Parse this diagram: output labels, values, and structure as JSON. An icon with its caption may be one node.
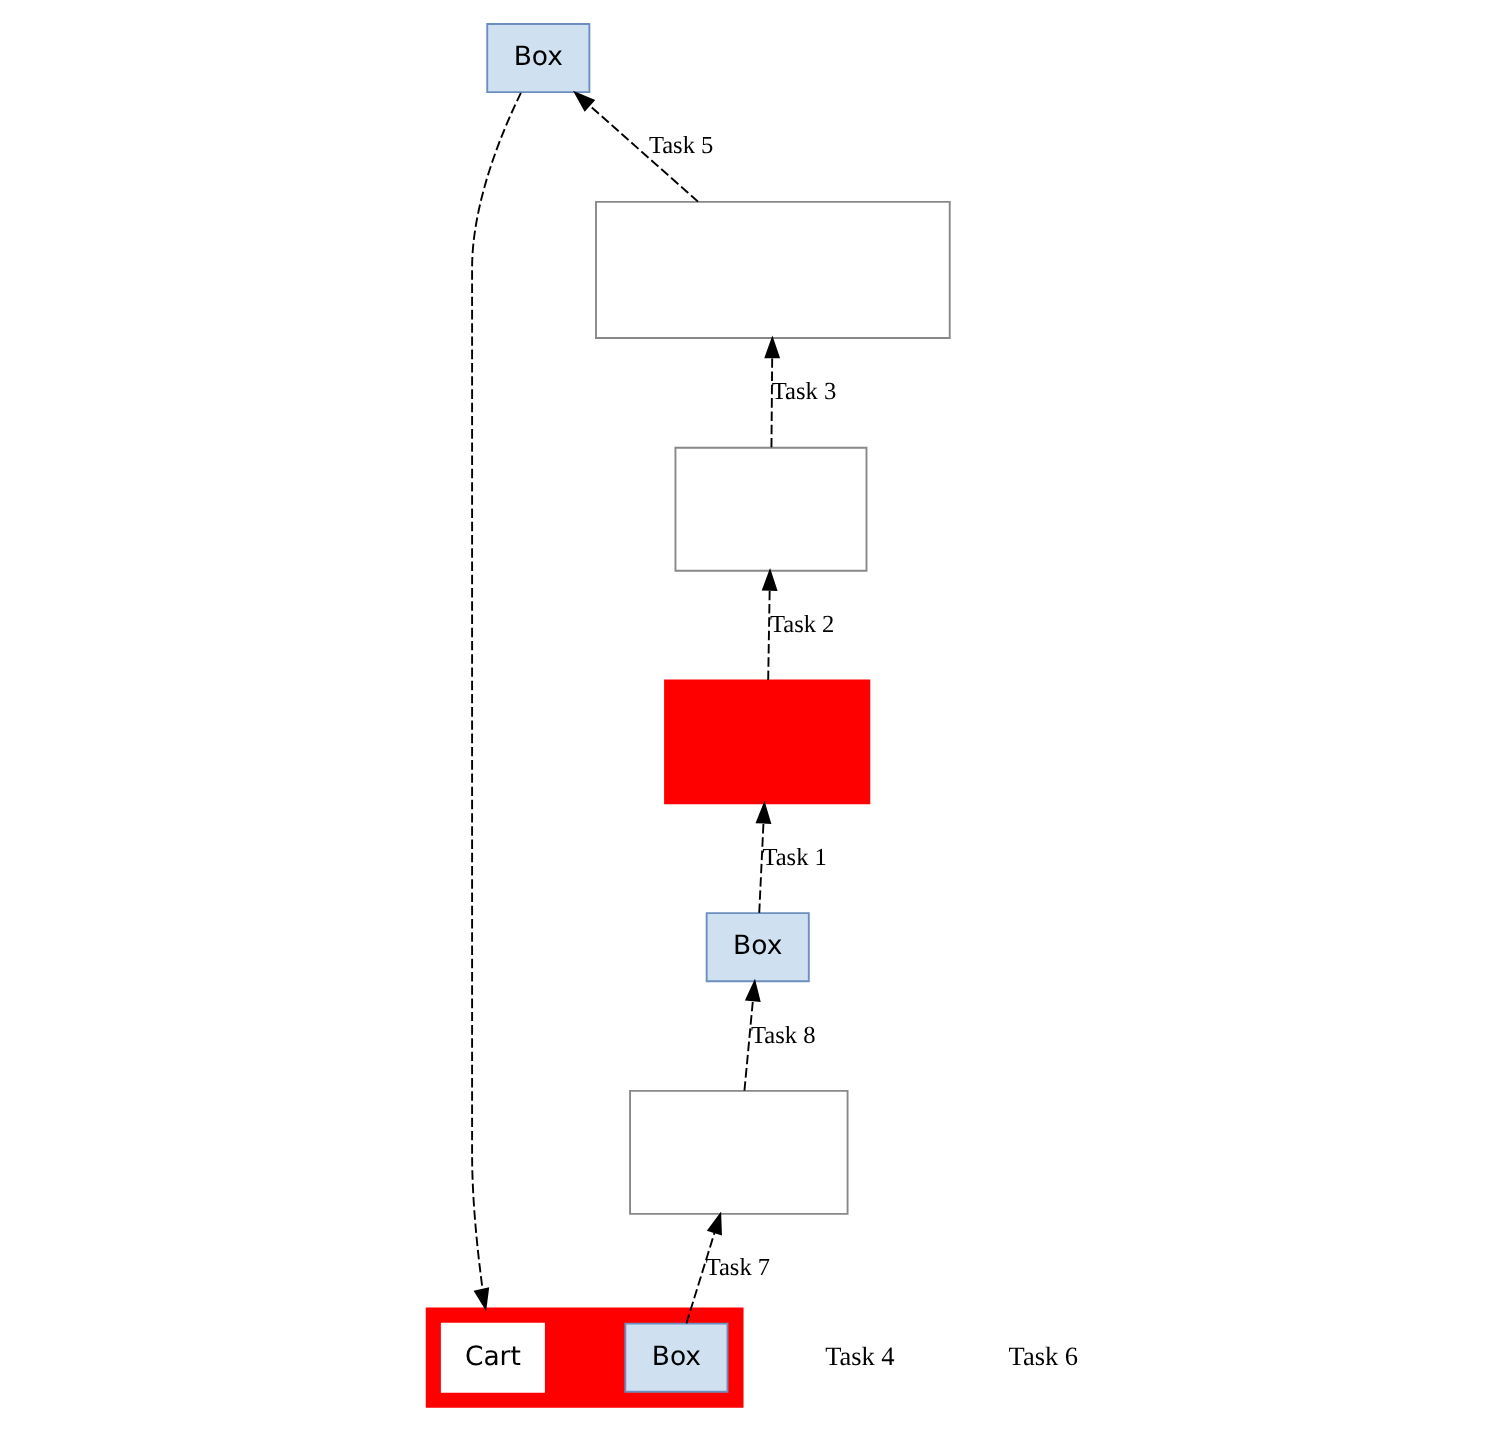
{
  "diagram": {
    "nodes": [
      {
        "text": [
          "Box"
        ]
      },
      {
        "text": [],
        "shape": "box"
      },
      {
        "text": [],
        "shape": "box"
      },
      {
        "text": [
          "Cart"
        ],
        "in": 2
      },
      {
        "text": [
          "Box"
        ],
        "in": 2
      },
      {
        "text": [],
        "shape": "box"
      },
      {
        "text": [],
        "shape": "box"
      },
      {
        "text": [
          "Box"
        ]
      },
      {
        "text": [],
        "shape": "box"
      }
    ],
    "edges": [
      {
        "from": 1,
        "to": 0,
        "arrow": "to",
        "style": "dashed",
        "label": "Task 5"
      },
      {
        "from": 0,
        "to": 2,
        "arrow": "to",
        "style": "dashed"
      },
      {
        "from": 5,
        "to": 1,
        "arrow": "to",
        "style": "dashed",
        "label": "Task 3"
      },
      {
        "from": 6,
        "to": 5,
        "arrow": "to",
        "style": "dashed",
        "label": "Task 2"
      },
      {
        "from": 7,
        "to": 6,
        "arrow": "to",
        "style": "dashed",
        "label": "Task 1"
      },
      {
        "from": 4,
        "to": 8,
        "arrow": "to",
        "style": "dashed",
        "label": "Task 7"
      },
      {
        "from": 8,
        "to": 7,
        "arrow": "to",
        "style": "dashed",
        "label": "Task 8"
      }
    ],
    "labels": [
      "Task 4",
      "Task 6"
    ]
  }
}
